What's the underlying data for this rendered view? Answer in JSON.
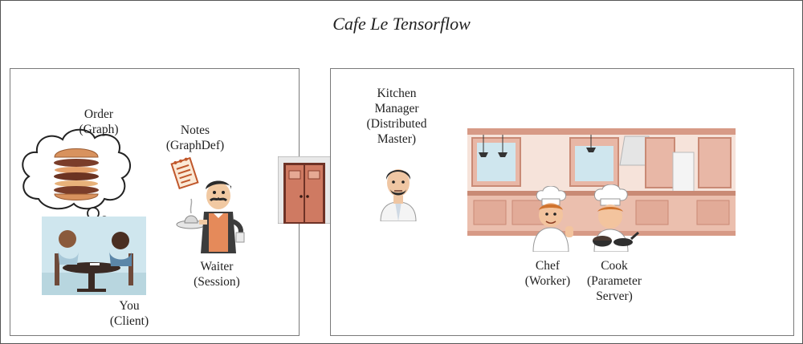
{
  "title": "Cafe Le Tensorflow",
  "left_panel": {
    "order": {
      "line1": "Order",
      "line2": "(Graph)"
    },
    "notes": {
      "line1": "Notes",
      "line2": "(GraphDef)"
    },
    "waiter": {
      "line1": "Waiter",
      "line2": "(Session)"
    },
    "you": {
      "line1": "You",
      "line2": "(Client)"
    }
  },
  "right_panel": {
    "manager": {
      "line1": "Kitchen",
      "line2": "Manager",
      "line3": "(Distributed",
      "line4": "Master)"
    },
    "chef": {
      "line1": "Chef",
      "line2": "(Worker)"
    },
    "cook": {
      "line1": "Cook",
      "line2": "(Parameter",
      "line3": "Server)"
    }
  },
  "icons": [
    "thought-bubble-icon",
    "burger-icon",
    "notepad-icon",
    "waiter-icon",
    "diners-icon",
    "kitchen-doors-icon",
    "manager-icon",
    "kitchen-icon",
    "chef-icon",
    "cook-icon"
  ]
}
